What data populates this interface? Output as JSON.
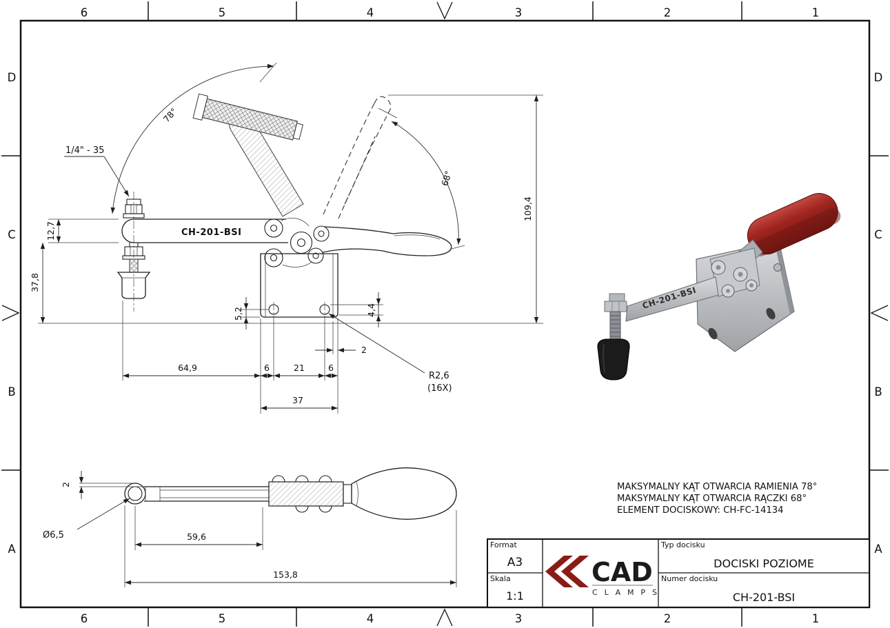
{
  "frame": {
    "columns": [
      "6",
      "5",
      "4",
      "3",
      "2",
      "1"
    ],
    "rows": [
      "D",
      "C",
      "B",
      "A"
    ]
  },
  "side_view": {
    "part_label": "CH-201-BSI",
    "thread_note": "1/4\" - 35",
    "dim_angle_arm": "78°",
    "dim_angle_handle": "68°",
    "dim_total_height": "109,4",
    "dim_bar_height": "12,7",
    "dim_spindle_height": "37,8",
    "dim_hole_offset_left": "5,2",
    "dim_hole_offset_right": "4,4",
    "dim_hole_edge": "2",
    "dim_base_offset": "64,9",
    "dim_hole_margin_left": "6",
    "dim_hole_pitch": "21",
    "dim_hole_margin_right": "6",
    "dim_plate_width": "37",
    "dim_radius": "R2,6",
    "dim_radius_qty": "(16X)"
  },
  "top_view": {
    "dim_lip": "2",
    "dim_hole_dia": "Ø6,5",
    "dim_arm_length": "59,6",
    "dim_total_length": "153,8"
  },
  "iso_view": {
    "part_label": "CH-201-BSI"
  },
  "notes": {
    "line1": "MAKSYMALNY KĄT OTWARCIA RAMIENIA 78°",
    "line2": "MAKSYMALNY KĄT OTWARCIA RĄCZKI 68°",
    "line3": "ELEMENT DOCISKOWY: CH-FC-14134"
  },
  "title_block": {
    "format_label": "Format",
    "format_value": "A3",
    "scale_label": "Skala",
    "scale_value": "1:1",
    "type_label": "Typ docisku",
    "type_value": "DOCISKI POZIOME",
    "number_label": "Numer docisku",
    "number_value": "CH-201-BSI",
    "brand_name": "CAD",
    "brand_sub": "C L A M P S"
  },
  "colors": {
    "accent_red": "#8a1c17",
    "handle_red": "#9c211d",
    "body_gray": "#c0c3c7",
    "line": "#1f1f1f"
  }
}
